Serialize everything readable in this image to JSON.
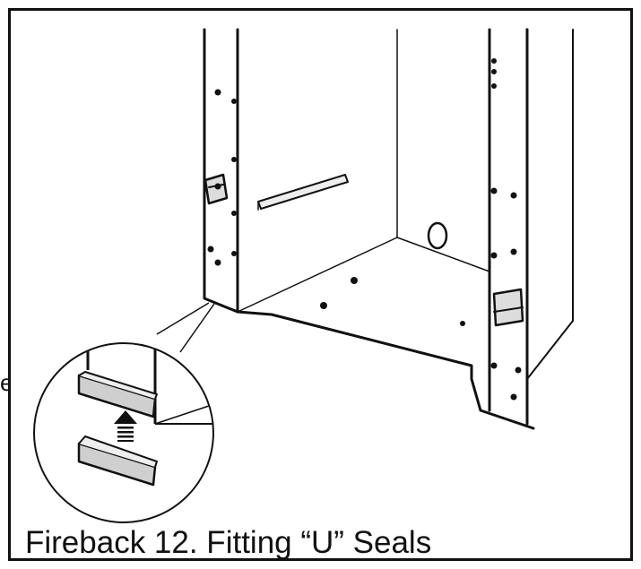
{
  "figure": {
    "caption": "Fireback 12. Fitting “U” Seals",
    "margin_fragment": "e"
  },
  "icons": {
    "upward_arrow": "up-arrow-icon",
    "magnifier_callout": "detail-callout"
  }
}
